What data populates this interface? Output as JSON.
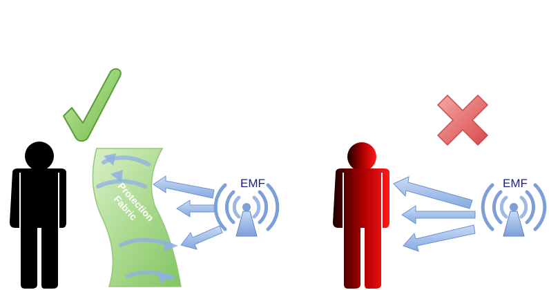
{
  "scenes": [
    {
      "id": "protected",
      "emf_label": "EMF",
      "fabric_label_line1": "Protection",
      "fabric_label_line2": "Fabric",
      "status_mark": "checkmark",
      "person_color": "#000000"
    },
    {
      "id": "unprotected",
      "emf_label": "EMF",
      "status_mark": "cross",
      "person_color": "#cc0000"
    }
  ],
  "colors": {
    "checkmark": "#8fcf6a",
    "cross": "#e36b6b",
    "arrow": "#8fb0e3",
    "fabric": "#a8d98a",
    "emf_text": "#1a1a8c"
  }
}
